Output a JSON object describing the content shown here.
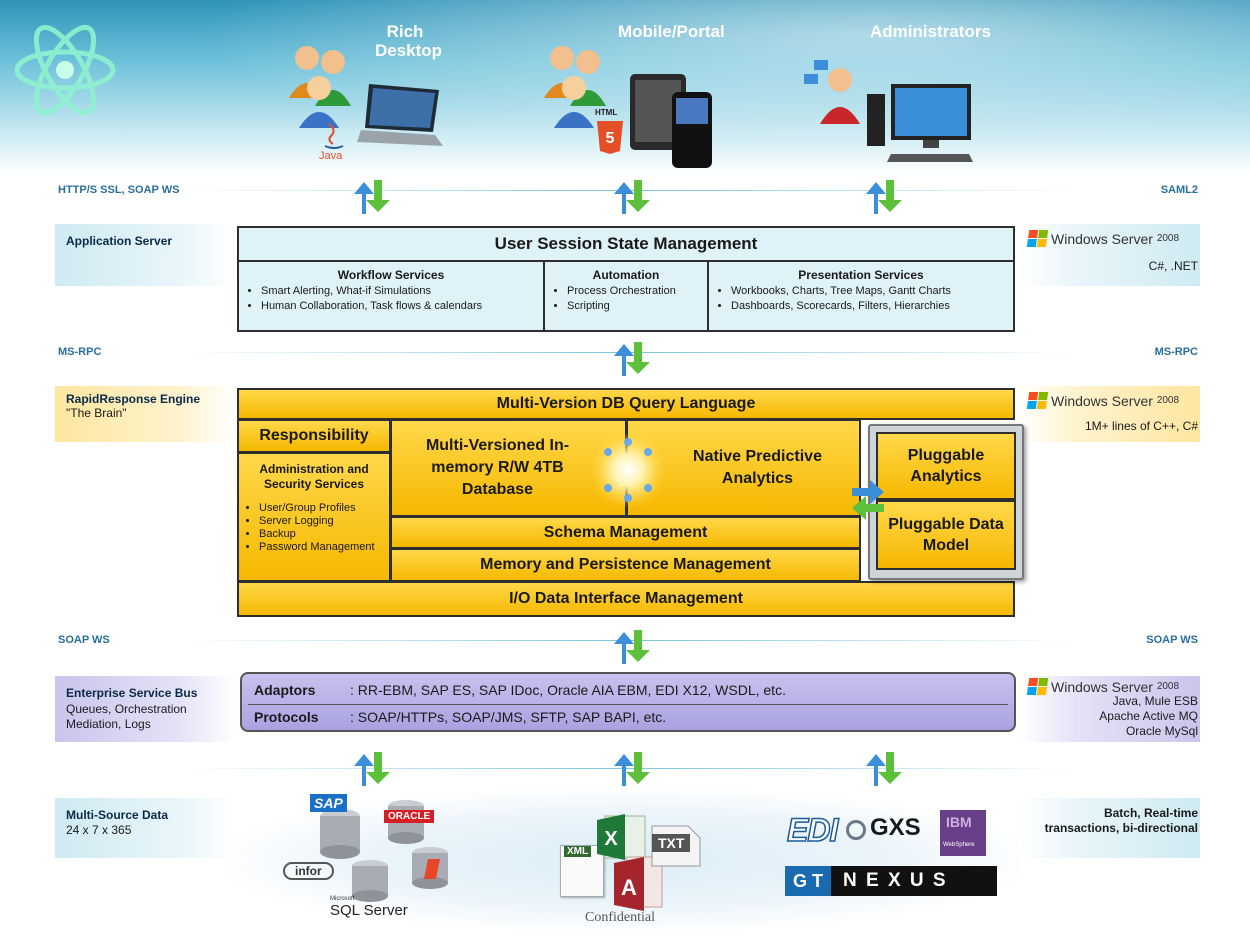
{
  "top_clients": [
    {
      "label": "Rich\nDesktop"
    },
    {
      "label": "Mobile/Portal"
    },
    {
      "label": "Administrators"
    }
  ],
  "protocols": {
    "top_left": "HTTP/S SSL, SOAP WS",
    "top_right": "SAML2",
    "mid_left": "MS-RPC",
    "mid_right": "MS-RPC",
    "lower_left": "SOAP WS",
    "lower_right": "SOAP WS"
  },
  "app_server": {
    "label": "Application Server",
    "session": "User Session State Management",
    "services": [
      {
        "title": "Workflow Services",
        "items": [
          "Smart Alerting, What-if Simulations",
          "Human Collaboration, Task flows & calendars"
        ]
      },
      {
        "title": "Automation",
        "items": [
          "Process Orchestration",
          "Scripting"
        ]
      },
      {
        "title": "Presentation Services",
        "items": [
          "Workbooks, Charts, Tree Maps, Gantt Charts",
          "Dashboards, Scorecards, Filters, Hierarchies"
        ]
      }
    ],
    "platform": "Windows Server 2008",
    "platform_main": "Windows Server",
    "platform_ver": "2008",
    "tech": "C#, .NET"
  },
  "engine": {
    "label": "RapidResponse Engine",
    "sublabel": "\"The Brain\"",
    "query_lang": "Multi-Version DB Query Language",
    "responsibility": "Responsibility",
    "admin_title": "Administration and Security Services",
    "admin_items": [
      "User/Group Profiles",
      "Server Logging",
      "Backup",
      "Password Management"
    ],
    "db": "Multi-Versioned In-memory R/W 4TB Database",
    "analytics": "Native Predictive Analytics",
    "schema": "Schema Management",
    "memory": "Memory and Persistence Management",
    "io": "I/O Data Interface Management",
    "pluggable_analytics": "Pluggable Analytics",
    "pluggable_model": "Pluggable Data Model",
    "platform_main": "Windows Server",
    "platform_ver": "2008",
    "tech": "1M+ lines of C++, C#"
  },
  "esb": {
    "label": "Enterprise Service Bus",
    "sublabel": "Queues, Orchestration\nMediation, Logs",
    "adaptors_label": "Adaptors",
    "adaptors": "RR-EBM, SAP ES, SAP IDoc, Oracle AIA EBM, EDI X12, WSDL, etc.",
    "protocols_label": "Protocols",
    "protocols": "SOAP/HTTPs, SOAP/JMS, SFTP, SAP BAPI, etc.",
    "platform_main": "Windows Server",
    "platform_ver": "2008",
    "tech": "Java, Mule ESB\nApache Active MQ\nOracle MySql"
  },
  "data": {
    "label": "Multi-Source Data",
    "sublabel": "24 x 7 x 365",
    "right_note": "Batch, Real-time\ntransactions, bi-directional",
    "logos": {
      "sap": "SAP",
      "oracle": "ORACLE",
      "infor": "infor",
      "sqlserver": "SQL Server",
      "xml": "XML",
      "txt": "TXT",
      "edi": "EDI",
      "gxs": "GXS",
      "ibm": "IBM",
      "websphere": "WebSphere",
      "gt": "G T",
      "nexus": "N E X U S",
      "microsoft": "Microsoft"
    }
  },
  "footer": "Confidential",
  "colors": {
    "yellow": "#f6b800",
    "blue_box": "#dff2f7",
    "purple": "#a9a2e0",
    "arrow_green": "#5cc03a",
    "arrow_blue": "#3a8fd8"
  }
}
